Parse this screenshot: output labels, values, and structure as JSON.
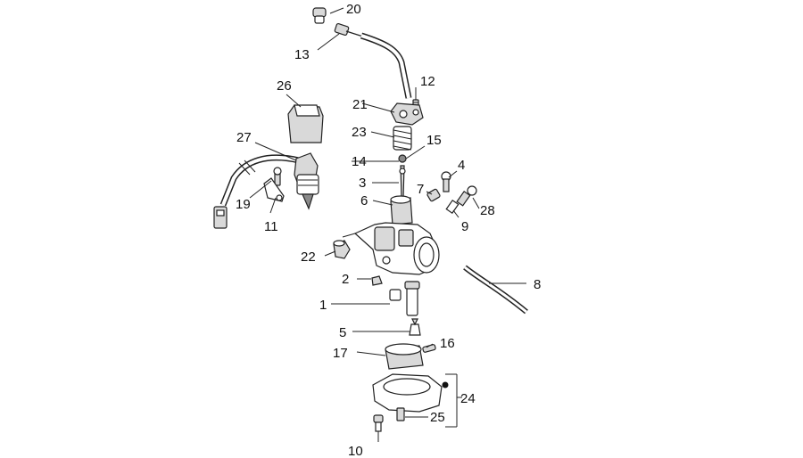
{
  "diagram": {
    "callouts": [
      {
        "id": "20",
        "label": "20"
      },
      {
        "id": "13",
        "label": "13"
      },
      {
        "id": "12",
        "label": "12"
      },
      {
        "id": "21",
        "label": "21"
      },
      {
        "id": "26",
        "label": "26"
      },
      {
        "id": "23",
        "label": "23"
      },
      {
        "id": "15",
        "label": "15"
      },
      {
        "id": "27",
        "label": "27"
      },
      {
        "id": "14",
        "label": "14"
      },
      {
        "id": "4",
        "label": "4"
      },
      {
        "id": "3",
        "label": "3"
      },
      {
        "id": "7",
        "label": "7"
      },
      {
        "id": "6",
        "label": "6"
      },
      {
        "id": "28",
        "label": "28"
      },
      {
        "id": "19",
        "label": "19"
      },
      {
        "id": "9",
        "label": "9"
      },
      {
        "id": "11",
        "label": "11"
      },
      {
        "id": "22",
        "label": "22"
      },
      {
        "id": "8",
        "label": "8"
      },
      {
        "id": "2",
        "label": "2"
      },
      {
        "id": "1",
        "label": "1"
      },
      {
        "id": "5",
        "label": "5"
      },
      {
        "id": "16",
        "label": "16"
      },
      {
        "id": "17",
        "label": "17"
      },
      {
        "id": "24",
        "label": "24"
      },
      {
        "id": "25",
        "label": "25"
      },
      {
        "id": "10",
        "label": "10"
      }
    ]
  }
}
